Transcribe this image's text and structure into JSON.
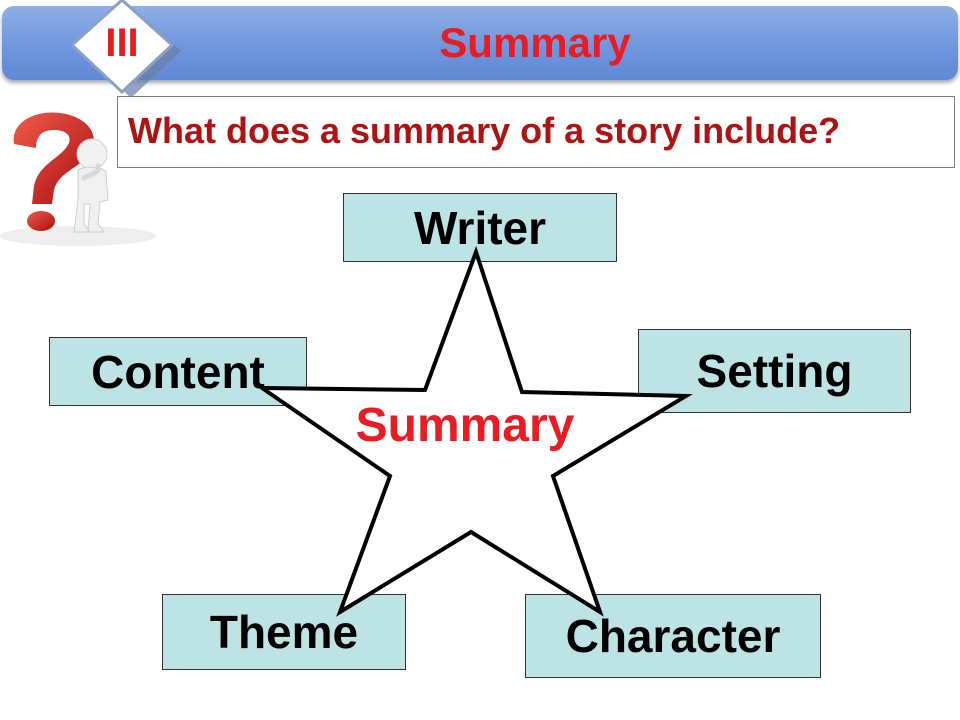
{
  "header": {
    "numeral": "III",
    "title": "Summary",
    "colors": {
      "bar": "#6f96dd",
      "accent": "#ea1b23"
    }
  },
  "question": {
    "text": "What does a summary of a story  include?",
    "color": "#b01212",
    "icon": "question-mark-thinking-figure-icon"
  },
  "diagram": {
    "center_label": "Summary",
    "shape": "star",
    "box_color": "#bde3e4",
    "nodes": {
      "writer": "Writer",
      "content": "Content",
      "setting": "Setting",
      "theme": "Theme",
      "character": "Character"
    }
  }
}
